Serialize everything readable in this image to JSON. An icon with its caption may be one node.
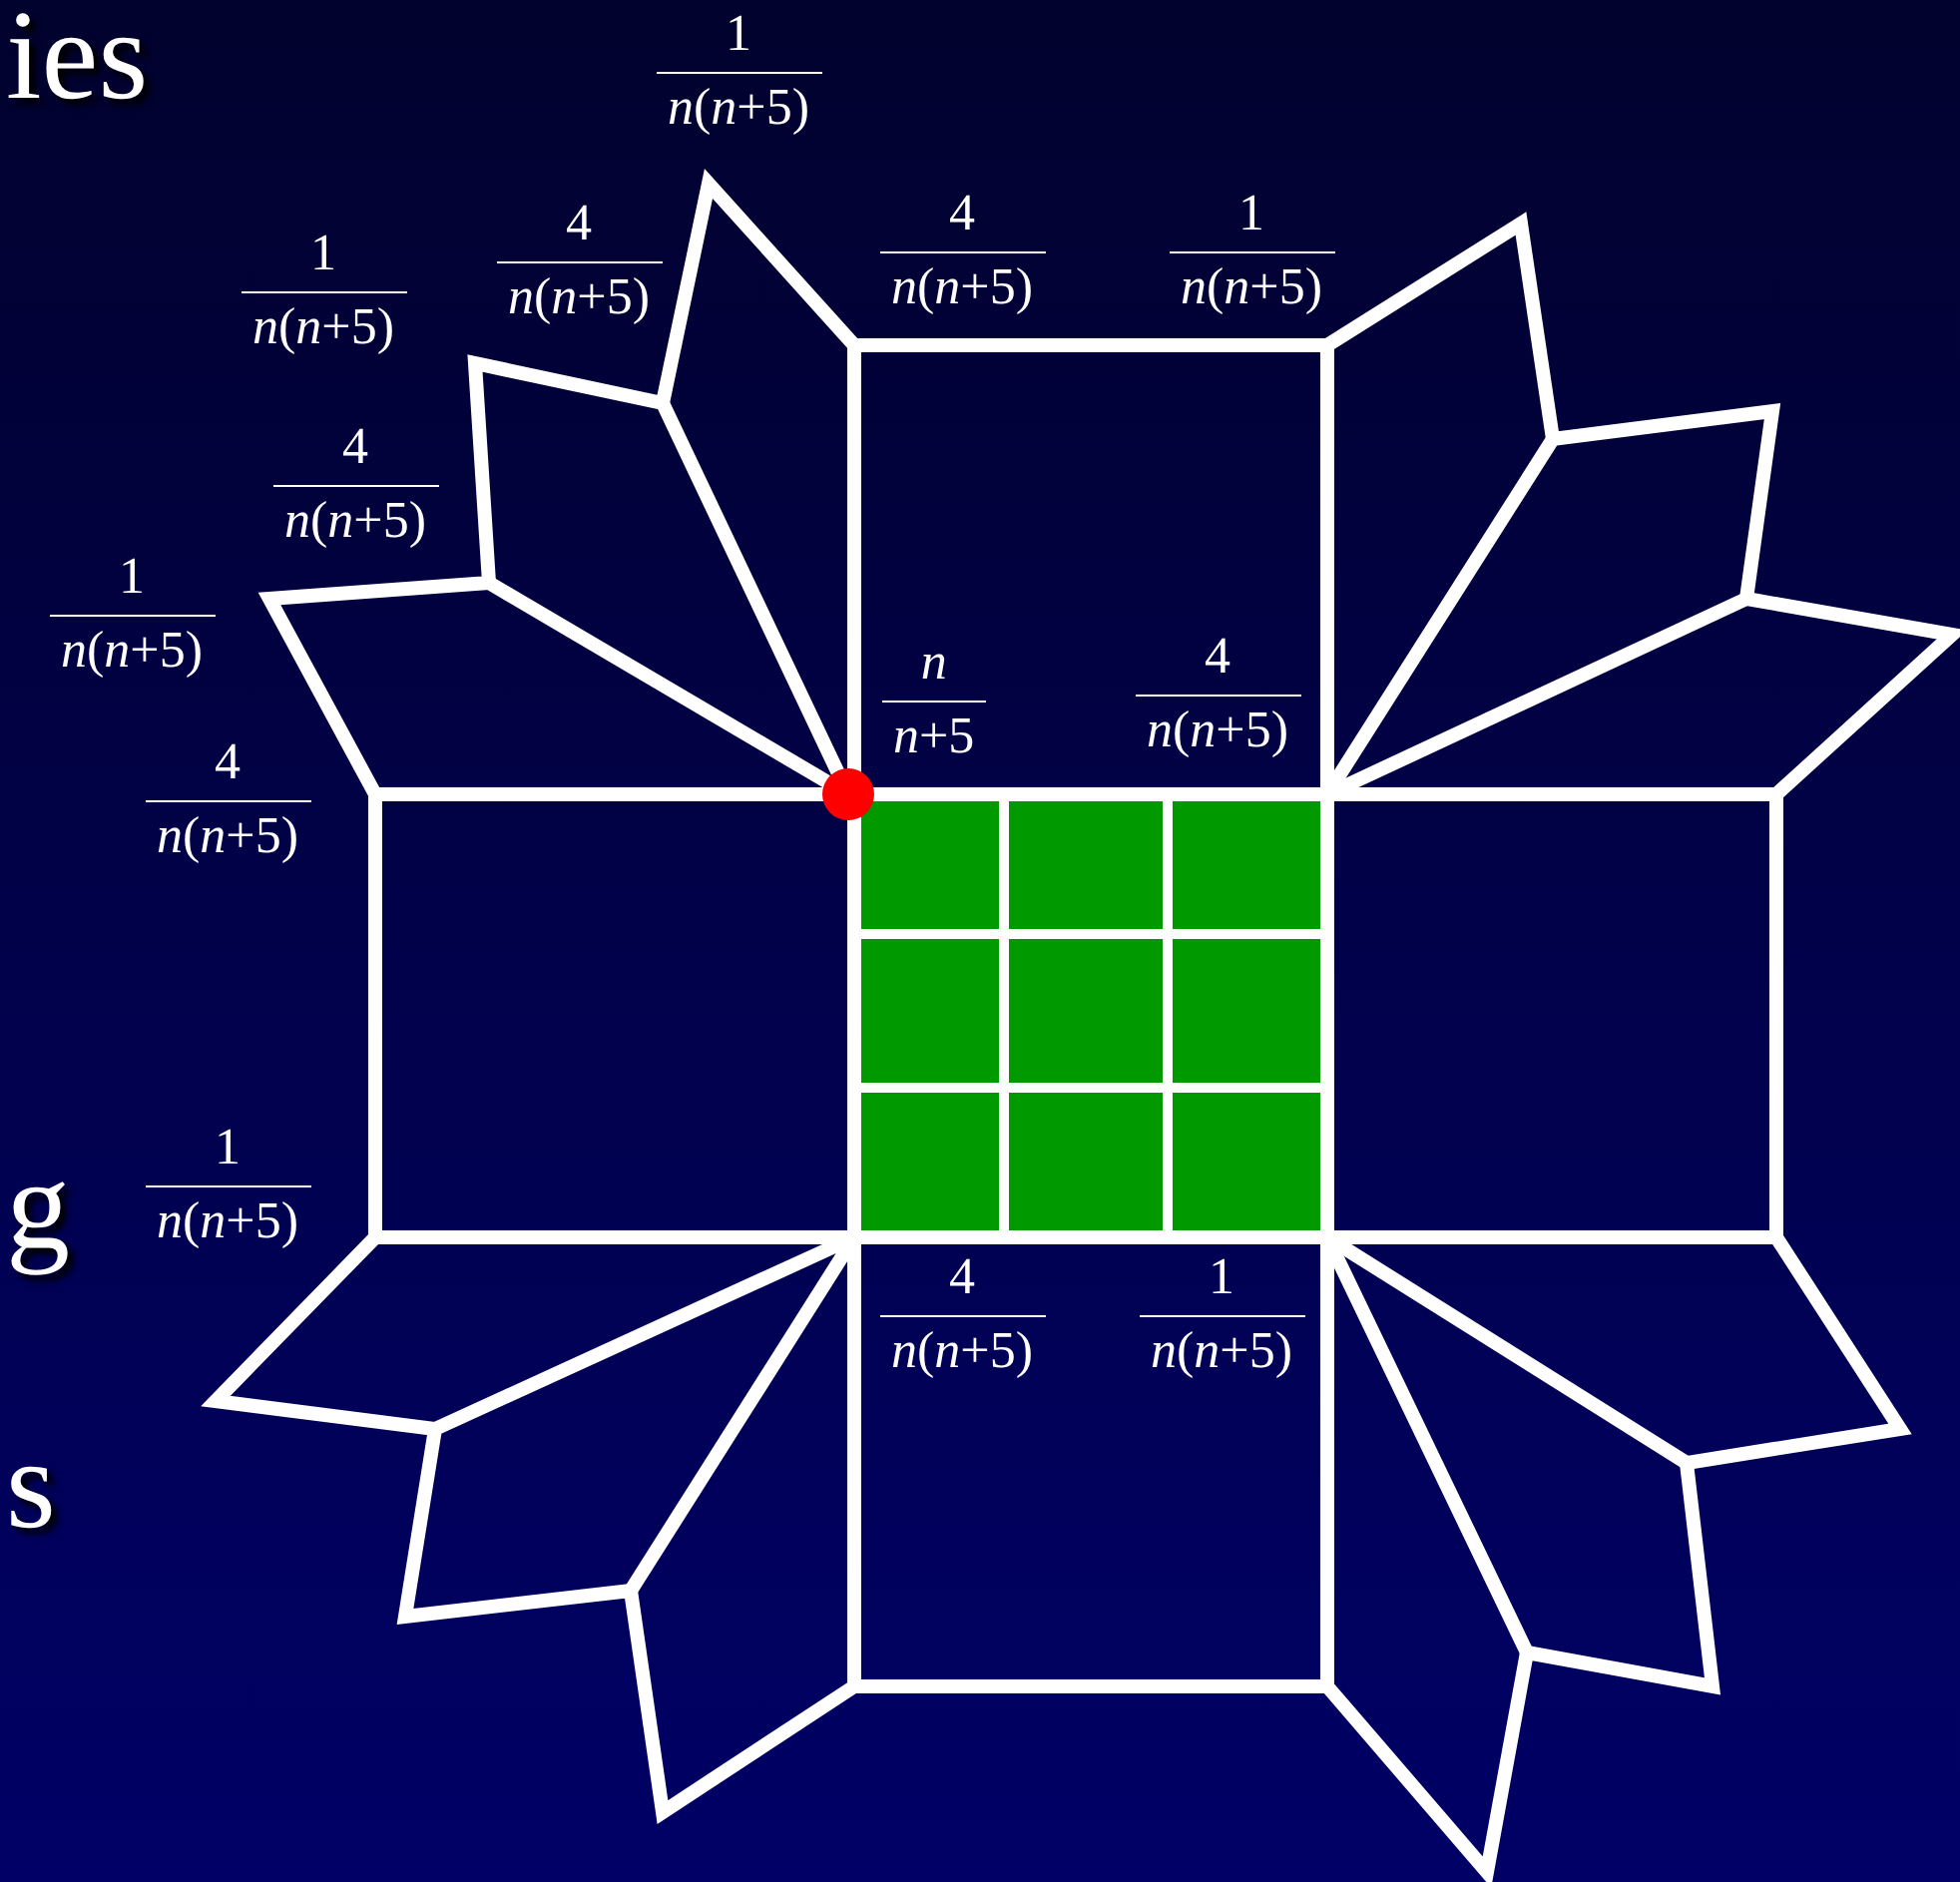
{
  "diagram": {
    "labels": [
      "ies",
      "1",
      "*n*(*n*+5)",
      "4",
      "*n*(*n*+5)",
      "4",
      "*n*(*n*+5)",
      "1",
      "*n*(*n*+5)",
      "1",
      "*n*(*n*+5)",
      "4",
      "*n*(*n*+5)",
      "1",
      "*n*(*n*+5)",
      "*n*",
      "*n*+5",
      "4",
      "*n*(*n*+5)",
      "4",
      "*n*(*n*+5)",
      "1",
      "*n*(*n*+5)",
      "g",
      "4",
      "*n*(*n*+5)",
      "1",
      "*n*(*n*+5)",
      "s"
    ]
  }
}
